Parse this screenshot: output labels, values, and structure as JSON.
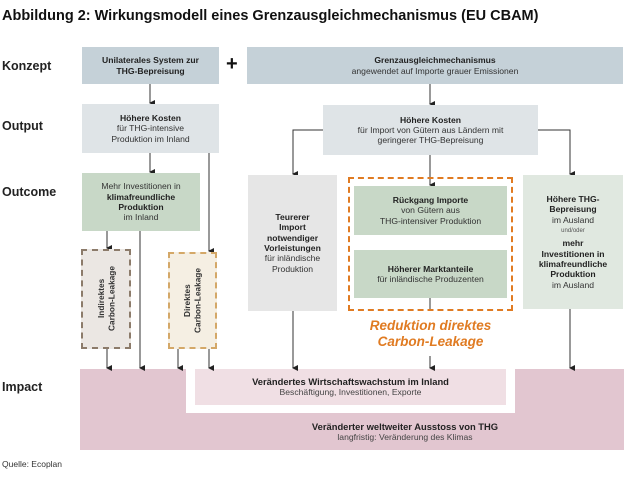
{
  "title": "Abbildung 2: Wirkungsmodell eines Grenzausgleichmechanismus (EU CBAM)",
  "row_labels": {
    "konzept": "Konzept",
    "output": "Output",
    "outcome": "Outcome",
    "impact": "Impact"
  },
  "konzept": {
    "unilateral": {
      "line1": "Unilaterales System zur",
      "line2": "THG-Bepreisung"
    },
    "plus": "+",
    "cbam": {
      "heading": "Grenzausgleichmechanismus",
      "sub": "angewendet auf Importe grauer Emissionen"
    }
  },
  "output": {
    "inland": {
      "heading": "Höhere Kosten",
      "line1": "für THG-intensive",
      "line2": "Produktion im Inland"
    },
    "import": {
      "heading": "Höhere Kosten",
      "line1": "für Import von Gütern aus Ländern mit",
      "line2": "geringerer THG-Bepreisung"
    }
  },
  "outcome": {
    "invest_inland": {
      "line1": "Mehr Investitionen in",
      "line2": "klimafreundliche",
      "line3": "Produktion",
      "line4": "im Inland"
    },
    "indirect_leakage": {
      "line1": "Indirektes",
      "line2": "Carbon-Leakage"
    },
    "direct_leakage": {
      "line1": "Direktes",
      "line2": "Carbon-Leakage"
    },
    "teurerer": {
      "l1": "Teurerer",
      "l2": "Import",
      "l3": "notwendiger",
      "l4": "Vorleistungen",
      "l5": "für inländische",
      "l6": "Produktion"
    },
    "rueckgang": {
      "heading": "Rückgang Importe",
      "line1": "von Gütern aus",
      "line2": "THG-intensiver Produktion"
    },
    "marktanteile": {
      "heading": "Höherer Marktanteile",
      "line1": "für inländische Produzenten"
    },
    "reduktion_label": {
      "line1": "Reduktion direktes",
      "line2": "Carbon-Leakage"
    },
    "ausland": {
      "l1": "Höhere THG-",
      "l2": "Bepreisung",
      "l3": "im Ausland",
      "connector": "und/oder",
      "l4": "mehr",
      "l5": "Investitionen in",
      "l6": "klimafreundliche",
      "l7": "Produktion",
      "l8": "im Ausland"
    }
  },
  "impact": {
    "wachstum": {
      "heading": "Verändertes Wirtschaftswachstum im Inland",
      "sub": "Beschäftigung, Investitionen, Exporte"
    },
    "ausstoss": {
      "heading": "Veränderter weltweiter Ausstoss von THG",
      "sub": "langfristig: Veränderung des Klimas"
    }
  },
  "source": "Quelle: Ecoplan",
  "colors": {
    "konzept": "#c5d1d8",
    "output": "#dfe4e7",
    "green": "#c8d8c7",
    "orange": "#e07b22",
    "impact_outer": "#e2c6d0",
    "impact_inner": "#f0dfe4"
  }
}
